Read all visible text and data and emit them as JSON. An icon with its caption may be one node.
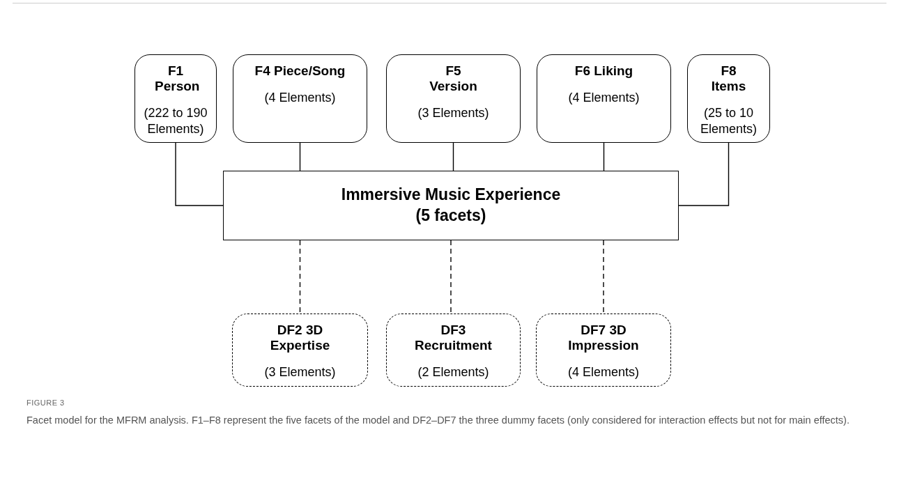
{
  "diagram": {
    "caption": "Facet model for the MFRM analysis. F1–F8 represent the five facets of the model and DF2–DF7 the three dummy facets (only considered for interaction effects but not for main effects).",
    "nodes": [
      {
        "text": [
          "F1 Person",
          "(222 to 190 Elements)"
        ]
      },
      {
        "text": [
          "F4 Piece/Song",
          "(4 Elements)"
        ]
      },
      {
        "text": [
          "F5 Version",
          "(3 Elements)"
        ]
      },
      {
        "text": [
          "F6 Liking",
          "(4 Elements)"
        ]
      },
      {
        "text": [
          "F8 Items",
          "(25 to 10 Elements)"
        ]
      },
      {
        "text": [
          "Immersive Music Experience (5 facets)"
        ]
      },
      {
        "text": [
          "DF2 3D Expertise",
          "(3 Elements)"
        ]
      },
      {
        "text": [
          "DF3 Recruitment",
          "(2 Elements)"
        ]
      },
      {
        "text": [
          "DF7 3D Impression",
          "(4 Elements)"
        ]
      }
    ],
    "edges": [
      {
        "from": 0,
        "to": 5,
        "arrow": "none"
      },
      {
        "from": 1,
        "to": 5,
        "arrow": "none"
      },
      {
        "from": 2,
        "to": 5,
        "arrow": "none"
      },
      {
        "from": 3,
        "to": 5,
        "arrow": "none"
      },
      {
        "from": 4,
        "to": 5,
        "arrow": "none"
      },
      {
        "from": 5,
        "to": 6,
        "arrow": "none",
        "style": "dashed"
      },
      {
        "from": 5,
        "to": 7,
        "arrow": "none",
        "style": "dashed"
      },
      {
        "from": 5,
        "to": 8,
        "arrow": "none",
        "style": "dashed"
      }
    ],
    "labels": [
      "FIGURE 3"
    ]
  }
}
